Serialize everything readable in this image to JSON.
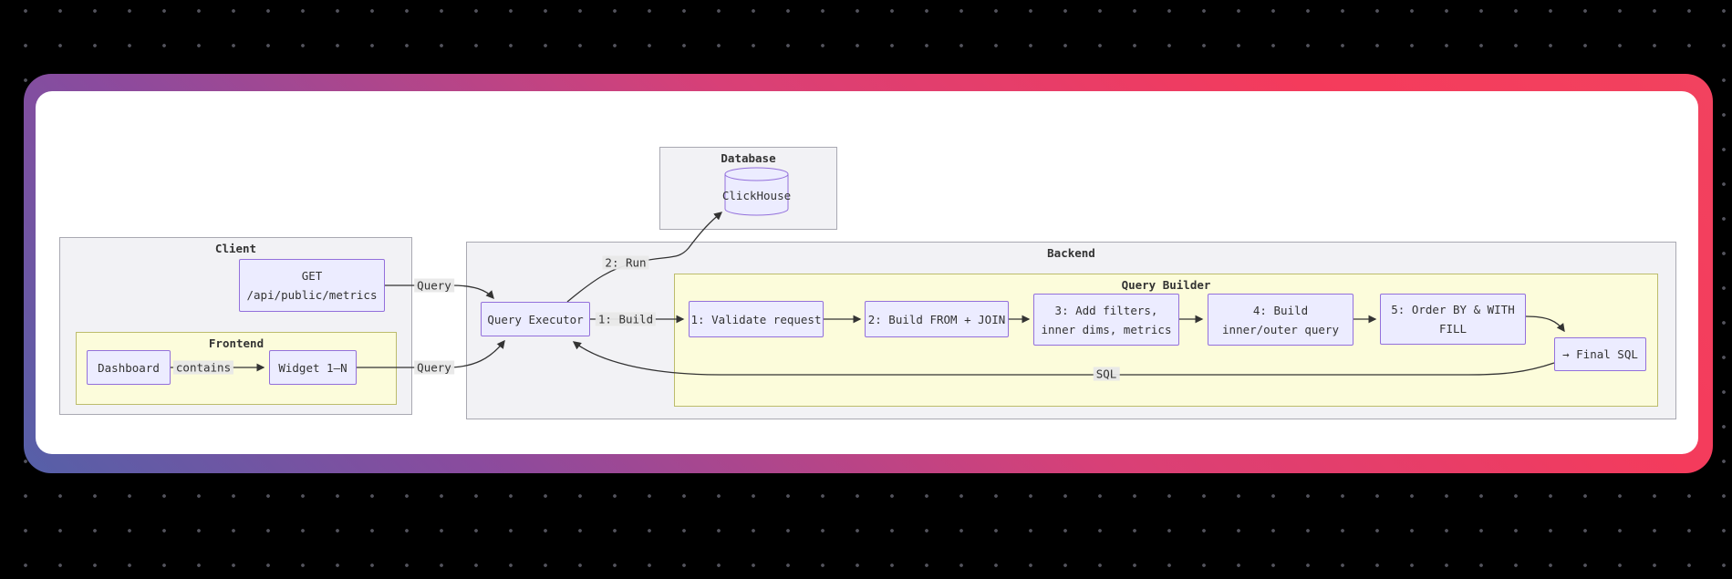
{
  "background": {
    "color": "#000000",
    "dot_color": "#53535d"
  },
  "frame": {
    "gradient_colors": [
      "#5560a8",
      "#8a4b9e",
      "#d84077",
      "#f43b5c",
      "#f2425f"
    ],
    "card_color": "#ffffff"
  },
  "diagram": {
    "clusters": [
      {
        "id": "client",
        "label": "Client"
      },
      {
        "id": "frontend",
        "label": "Frontend"
      },
      {
        "id": "database",
        "label": "Database"
      },
      {
        "id": "backend",
        "label": "Backend"
      },
      {
        "id": "query_builder",
        "label": "Query Builder"
      }
    ],
    "nodes": [
      {
        "id": "get",
        "lines": [
          "GET",
          "/api/public/metrics"
        ]
      },
      {
        "id": "dashboard",
        "lines": [
          "Dashboard"
        ]
      },
      {
        "id": "widget",
        "lines": [
          "Widget 1–N"
        ]
      },
      {
        "id": "query_executor",
        "lines": [
          "Query Executor"
        ]
      },
      {
        "id": "validate",
        "lines": [
          "1: Validate request"
        ]
      },
      {
        "id": "from_join",
        "lines": [
          "2: Build FROM + JOIN"
        ]
      },
      {
        "id": "filters",
        "lines": [
          "3: Add filters,",
          "inner dims, metrics"
        ]
      },
      {
        "id": "inner_outer",
        "lines": [
          "4: Build",
          "inner/outer query"
        ]
      },
      {
        "id": "order_fill",
        "lines": [
          "5: Order BY & WITH",
          "FILL"
        ]
      },
      {
        "id": "final_sql",
        "lines": [
          "→ Final SQL"
        ]
      },
      {
        "id": "clickhouse",
        "lines": [
          "ClickHouse"
        ]
      }
    ],
    "edges": [
      {
        "from": "get",
        "to": "query_executor",
        "label": "Query"
      },
      {
        "from": "widget",
        "to": "query_executor",
        "label": "Query"
      },
      {
        "from": "query_executor",
        "to": "clickhouse",
        "label": "2: Run"
      },
      {
        "from": "query_executor",
        "to": "validate",
        "label": "1: Build"
      },
      {
        "from": "dashboard",
        "to": "widget",
        "label": "contains"
      },
      {
        "from": "validate",
        "to": "from_join",
        "label": ""
      },
      {
        "from": "from_join",
        "to": "filters",
        "label": ""
      },
      {
        "from": "filters",
        "to": "inner_outer",
        "label": ""
      },
      {
        "from": "inner_outer",
        "to": "order_fill",
        "label": ""
      },
      {
        "from": "order_fill",
        "to": "final_sql",
        "label": ""
      },
      {
        "from": "final_sql",
        "to": "query_executor",
        "label": "SQL"
      }
    ],
    "colors": {
      "node_fill": "#ECECFF",
      "node_border": "#9370DB",
      "cluster_gray_fill": "#f2f2f5",
      "cluster_gray_border": "#a9a9b2",
      "cluster_yellow_fill": "#fcfcdb",
      "cluster_yellow_border": "#bcbc6c",
      "edge": "#333333",
      "edge_label_bg": "#e8e8e8"
    }
  }
}
